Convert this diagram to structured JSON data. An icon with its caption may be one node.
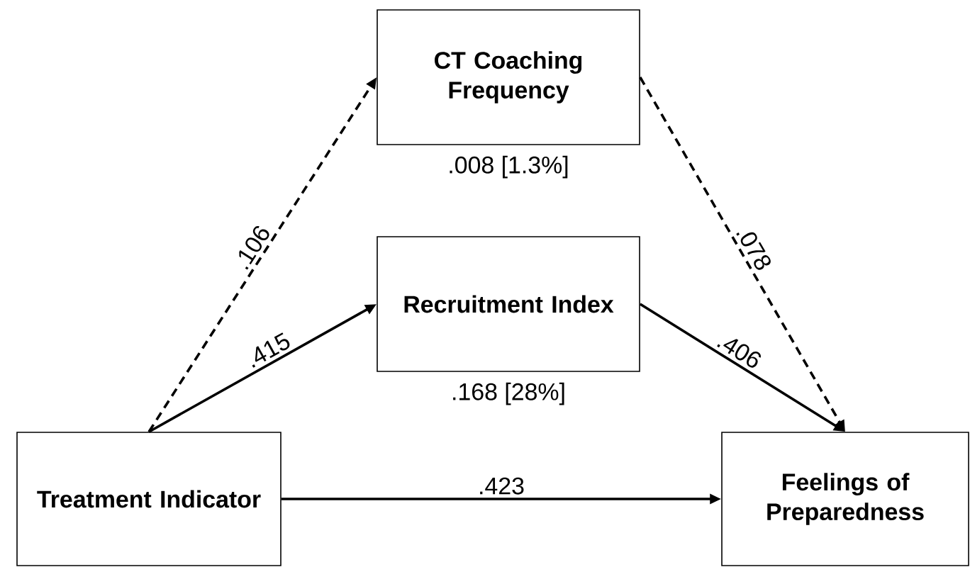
{
  "diagram": {
    "nodes": [
      {
        "text": [
          "CT Coaching Frequency"
        ],
        "beside": [
          ".008 [1.3%]"
        ]
      },
      {
        "text": [
          "Recruitment Index"
        ],
        "beside": [
          ".168 [28%]"
        ]
      },
      {
        "text": [
          "Treatment Indicator"
        ]
      },
      {
        "text": [
          "Feelings of Preparedness"
        ]
      }
    ],
    "edges": [
      {
        "from": 2,
        "to": 0,
        "arrow": "to",
        "label": ".106",
        "style": "dashed"
      },
      {
        "from": 0,
        "to": 3,
        "arrow": "to",
        "label": ".078",
        "style": "dashed"
      },
      {
        "from": 2,
        "to": 1,
        "arrow": "to",
        "label": ".415"
      },
      {
        "from": 1,
        "to": 3,
        "arrow": "to",
        "label": ".406"
      },
      {
        "from": 2,
        "to": 3,
        "arrow": "to",
        "label": ".423"
      }
    ]
  }
}
